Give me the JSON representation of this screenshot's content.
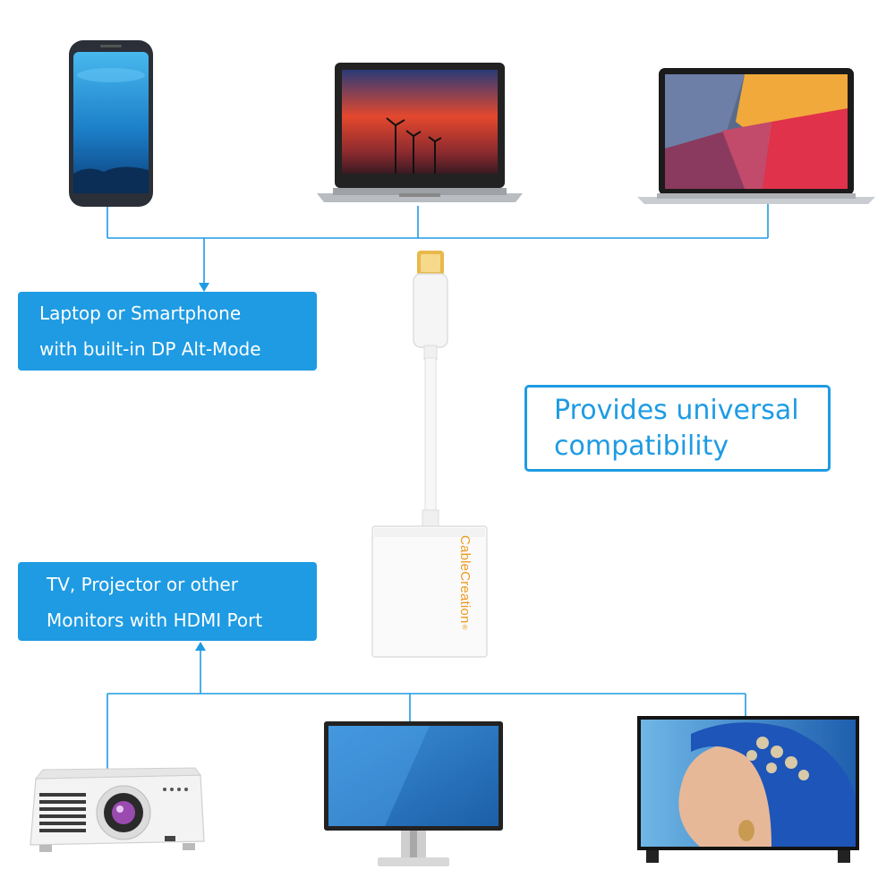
{
  "sources": {
    "label_lines": [
      "Laptop or Smartphone",
      "with built-in DP Alt-Mode"
    ],
    "devices": [
      "smartphone",
      "windows-laptop",
      "macbook"
    ]
  },
  "outputs": {
    "label_lines": [
      "TV, Projector or other",
      "Monitors with HDMI Port"
    ],
    "devices": [
      "projector",
      "monitor",
      "tv"
    ]
  },
  "callout": {
    "lines": [
      "Provides universal",
      "compatibility"
    ]
  },
  "adapter": {
    "brand": "CableCreation",
    "trademark": "®"
  },
  "colors": {
    "accent": "#1E9BE3",
    "connector_gold": "#E9B84A",
    "brand_orange": "#EE9A1E"
  }
}
